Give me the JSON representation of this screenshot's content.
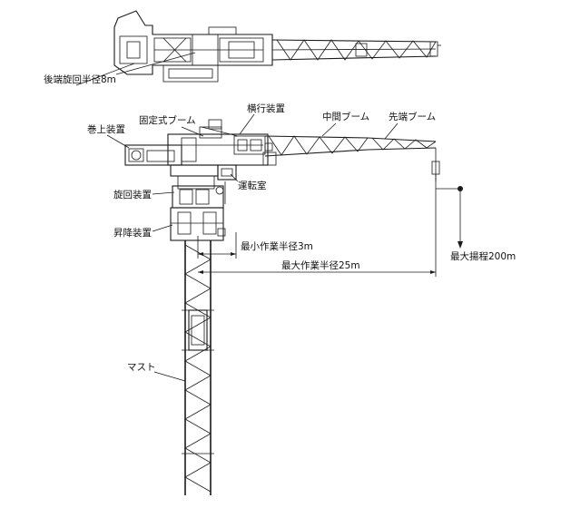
{
  "labels": {
    "tail_swing_radius": "後端旋回半径8m",
    "hoist_device": "巻上装置",
    "fixed_boom": "固定式ブーム",
    "traverse_device": "横行装置",
    "middle_boom": "中間ブーム",
    "tip_boom": "先端ブーム",
    "operator_cab": "運転室",
    "slewing_device": "旋回装置",
    "elevating_device": "昇降装置",
    "min_working_radius": "最小作業半径3m",
    "max_working_radius": "最大作業半径25m",
    "max_lift_height": "最大揚程200m",
    "mast": "マスト"
  },
  "colors": {
    "line": "#1a1a1a",
    "background": "#ffffff"
  }
}
